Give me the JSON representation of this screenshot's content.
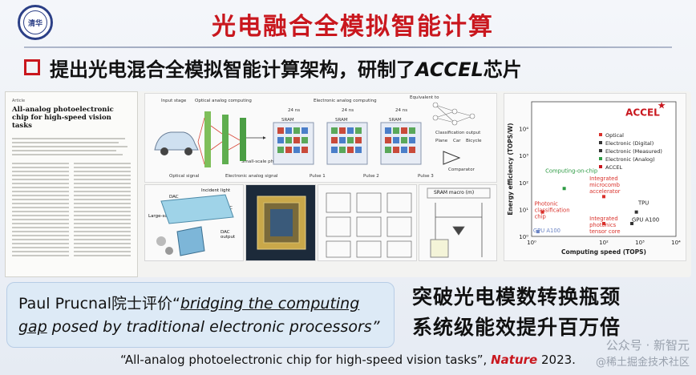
{
  "header": {
    "title": "光电融合全模拟智能计算",
    "logo_text": "清华"
  },
  "subheading": {
    "text_cn": "提出光电混合全模拟智能计算架构，研制了",
    "text_em": "ACCEL",
    "text_tail": "芯片"
  },
  "paper": {
    "kicker": "Article",
    "title": "All-analog photoelectronic chip for high-speed vision tasks"
  },
  "diagram": {
    "labels": {
      "input_stage": "Input stage",
      "optical_analog": "Optical analog computing",
      "electronic_analog": "Electronic analog computing",
      "equivalent": "Equivalent to",
      "optical_signal": "Optical signal",
      "electronic_signal": "Electronic analog signal",
      "small_scale": "Small-scale photodiode array",
      "sram": "SRAM",
      "ns24": "24 ns",
      "pulse1": "Pulse 1",
      "pulse2": "Pulse 2",
      "pulse3": "Pulse 3",
      "classification_output": "Classification output",
      "plane": "Plane",
      "car": "Car",
      "bicycle": "Bicycle",
      "comparator": "Comparator",
      "incident_light": "Incident light",
      "large_scale": "Large-scale input",
      "dac": "DAC",
      "eac": "EAC",
      "dac_output": "DAC output",
      "sram_macro": "SRAM macro (m)"
    }
  },
  "chart_data": {
    "type": "scatter",
    "title": "ACCEL",
    "xlabel": "Computing speed (TOPS)",
    "ylabel": "Energy efficiency (TOPS/W)",
    "x_scale": "log",
    "y_scale": "log",
    "xlim": [
      1,
      10000
    ],
    "ylim": [
      1,
      100000
    ],
    "xticks": [
      "10⁰",
      "10²",
      "10³",
      "10⁴"
    ],
    "yticks": [
      "10⁴",
      "10³",
      "10²",
      "10¹",
      "10⁰"
    ],
    "legend": {
      "placement": "top-right",
      "entries": [
        "Optical",
        "Electronic (Digital)",
        "Electronic (Measured)",
        "Electronic (Analog)",
        "ACCEL"
      ]
    },
    "annotations": [
      "Computing-on-chip",
      "Integrated microcomb accelerator",
      "TPU",
      "GPU A100",
      "Photonic classification chip",
      "Integrated photonics tensor core",
      "GPU A100"
    ],
    "points": [
      {
        "label": "ACCEL",
        "x": 4000,
        "y": 74000,
        "series": "ACCEL"
      },
      {
        "label": "Computing-on-chip",
        "x": 8,
        "y": 60,
        "series": "Electronic (Analog)"
      },
      {
        "label": "Integrated microcomb accelerator",
        "x": 100,
        "y": 30,
        "series": "Optical"
      },
      {
        "label": "TPU",
        "x": 800,
        "y": 8,
        "series": "Electronic (Digital)"
      },
      {
        "label": "GPU A100",
        "x": 600,
        "y": 3,
        "series": "Electronic (Digital)"
      },
      {
        "label": "Photonic classification chip",
        "x": 2,
        "y": 8,
        "series": "Optical"
      },
      {
        "label": "Integrated photonics tensor core",
        "x": 100,
        "y": 3,
        "series": "Optical"
      },
      {
        "label": "GPU A100",
        "x": 1.5,
        "y": 1.5,
        "series": "Electronic (Measured)"
      }
    ],
    "colors": {
      "optical": "#d9302a",
      "digital": "#333333",
      "analog": "#2e9b44",
      "accel": "#c9171e"
    }
  },
  "quote": {
    "prefix": "Paul Prucnal院士评价“",
    "ul": "bridging the computing gap",
    "rest": " posed by traditional electronic processors”"
  },
  "right_text": {
    "line1": "突破光电模数转换瓶颈",
    "line2": "系统级能效提升百万倍"
  },
  "footer": {
    "text": "“All-analog photoelectronic chip for high-speed vision tasks”,",
    "journal": "Nature",
    "year": "2023."
  },
  "watermark": {
    "line1": "公众号 · 新智元",
    "line2": "@稀土掘金技术社区"
  }
}
